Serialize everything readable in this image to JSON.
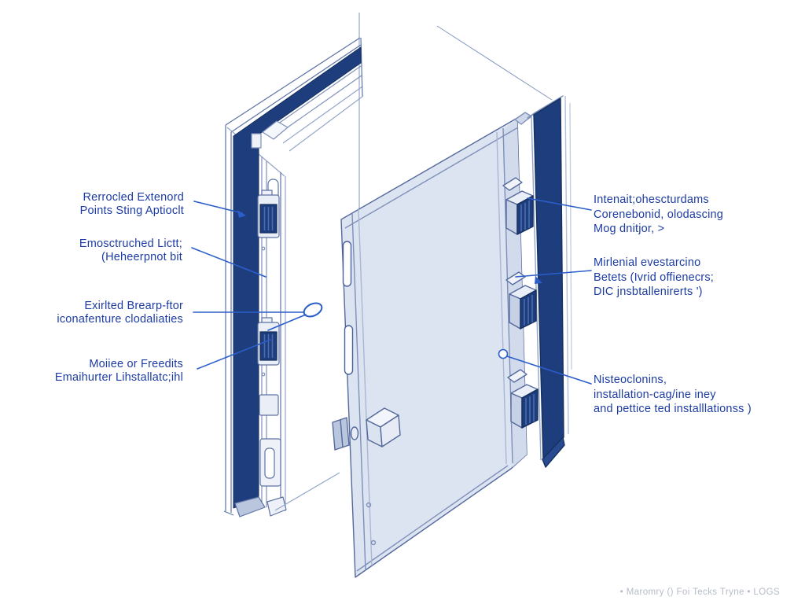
{
  "labels": {
    "left": [
      {
        "line1": "Rerrocled Extenord",
        "line2": "Points Sting Aptioclt"
      },
      {
        "line1": "Emosctruched Lictt;",
        "line2": "(Heheerpnot bit"
      },
      {
        "line1": "Exirlted Brearp-ftor",
        "line2": "iconafenture clodaliaties"
      },
      {
        "line1": "Moiiee or Freedits",
        "line2": "Emaihurter Lihstallatc;ihl"
      }
    ],
    "right": [
      {
        "line1": "Intenait;ohescturdams",
        "line2": "Corenebonid, olodascing",
        "line3": "Mog dnitjor,  >"
      },
      {
        "line1": "Mirlenial evestarcino",
        "line2": "Betets (Ivrid offienecrs;",
        "line3": "DIC jnsbtallenirerts ')"
      },
      {
        "line1": "Nisteoclonins,",
        "line2": "installation-cag/ine iney",
        "line3": "and pettice ted installlationss )"
      }
    ]
  },
  "footer": {
    "text": "• Maromry () Foi Tecks Tryne • LOGS"
  },
  "colors": {
    "background": "#ffffff",
    "label_text": "#1d3ca3",
    "leader_line": "#2b5ec9",
    "frame_navy": "#1e3d7c",
    "door_face": "#dde4f1",
    "line_art": "#5d73a5",
    "line_art_light": "#93a5c8",
    "footer_text": "#b5bbc7"
  }
}
